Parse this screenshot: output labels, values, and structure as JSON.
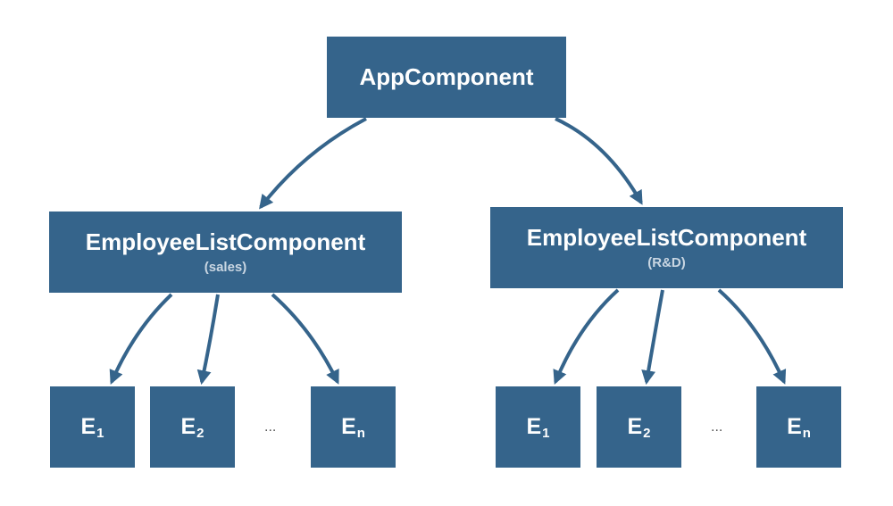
{
  "colors": {
    "box": "#35648b",
    "subtitle": "#c9d6e2",
    "arrow": "#35648b"
  },
  "root": {
    "title": "AppComponent"
  },
  "lists": [
    {
      "title": "EmployeeListComponent",
      "subtitle": "(sales)",
      "employees": [
        {
          "letter": "E",
          "index": "1"
        },
        {
          "letter": "E",
          "index": "2"
        },
        {
          "letter": "E",
          "index": "n"
        }
      ],
      "ellipsis": "..."
    },
    {
      "title": "EmployeeListComponent",
      "subtitle": "(R&D)",
      "employees": [
        {
          "letter": "E",
          "index": "1"
        },
        {
          "letter": "E",
          "index": "2"
        },
        {
          "letter": "E",
          "index": "n"
        }
      ],
      "ellipsis": "..."
    }
  ]
}
